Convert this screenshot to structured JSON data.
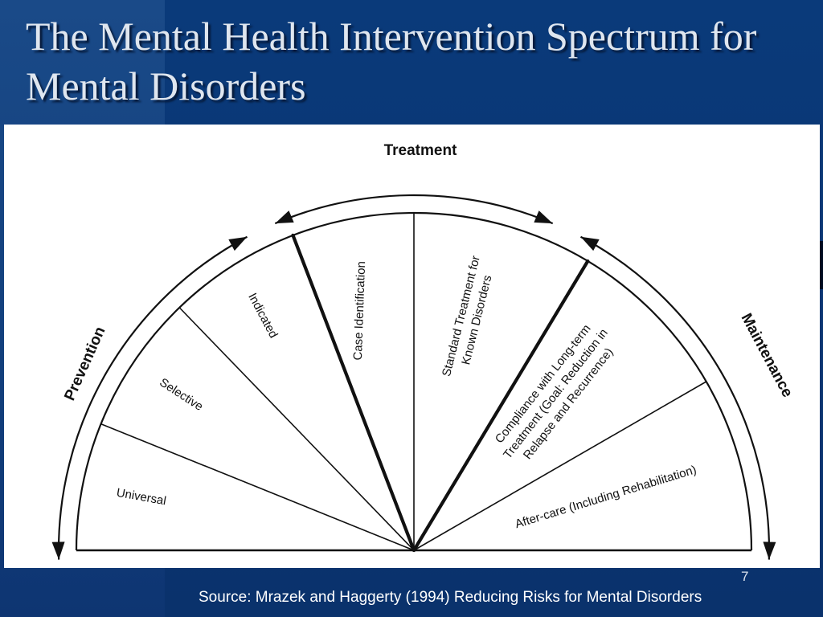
{
  "slide": {
    "title": "The Mental Health Intervention Spectrum for Mental Disorders",
    "slide_number": "7",
    "source": "Source: Mrazek and Haggerty (1994) Reducing Risks for Mental Disorders"
  },
  "diagram": {
    "arc_labels": {
      "treatment": "Treatment",
      "prevention": "Prevention",
      "maintenance": "Maintenance"
    },
    "segments": [
      {
        "id": "universal",
        "lines": [
          "Universal"
        ]
      },
      {
        "id": "selective",
        "lines": [
          "Selective"
        ]
      },
      {
        "id": "indicated",
        "lines": [
          "Indicated"
        ]
      },
      {
        "id": "case-identification",
        "lines": [
          "Case Identification"
        ]
      },
      {
        "id": "standard-treatment",
        "lines": [
          "Standard Treatment for",
          "Known Disorders"
        ]
      },
      {
        "id": "compliance",
        "lines": [
          "Compliance with Long-term",
          "Treatment (Goal: Reduction in",
          "Relapse and Recurrence)"
        ]
      },
      {
        "id": "after-care",
        "lines": [
          "After-care (Including Rehabilitation)"
        ]
      }
    ]
  }
}
